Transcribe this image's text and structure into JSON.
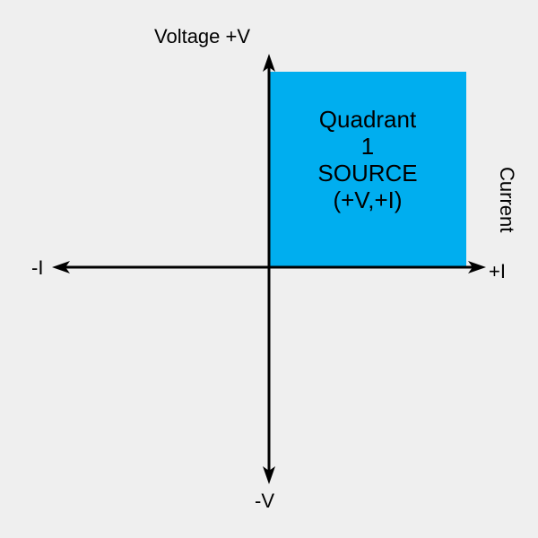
{
  "diagram": {
    "quadrant": {
      "line1": "Quadrant",
      "line2": "1",
      "line3": "SOURCE",
      "line4": "(+V,+I)",
      "fill_color": "#00aeef"
    },
    "axes": {
      "voltage_positive": "Voltage  +V",
      "voltage_negative": "-V",
      "current_negative": "-I",
      "current_positive": "+I",
      "current_axis_title": "Current"
    },
    "colors": {
      "background": "#efefef",
      "axis": "#000000"
    }
  }
}
